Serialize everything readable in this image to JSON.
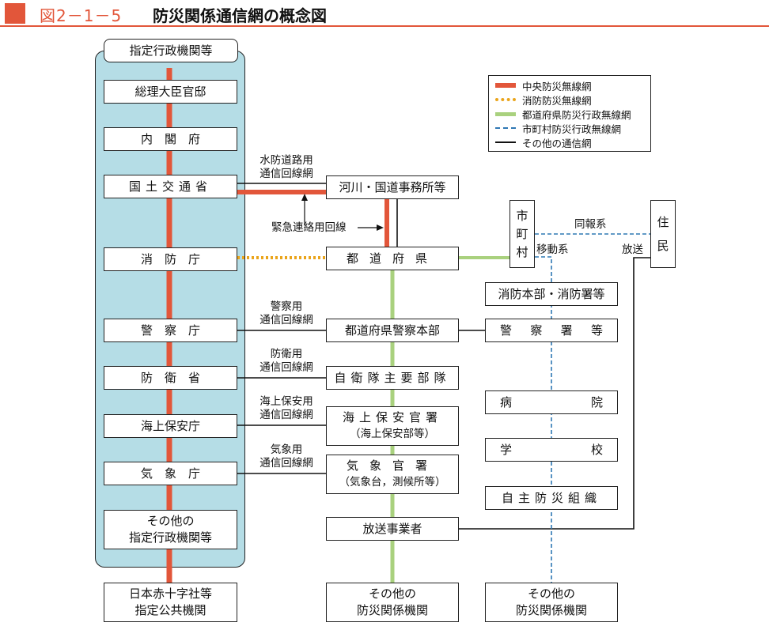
{
  "header": {
    "figure_number": "図2－1－5",
    "title": "防災関係通信網の概念図"
  },
  "colors": {
    "central": "#e2563a",
    "fire": "#eaa41a",
    "prefecture": "#a9d17e",
    "municipal": "#2f78b4",
    "other": "#111111",
    "panel": "#b5dde6"
  },
  "legend": [
    {
      "label": "中央防災無線網",
      "style": "solid",
      "color": "#e2563a",
      "icon": "thick-line"
    },
    {
      "label": "消防防災無線網",
      "style": "dotted",
      "color": "#eaa41a",
      "icon": "dotted-line"
    },
    {
      "label": "都道府県防災行政無線網",
      "style": "solid",
      "color": "#a9d17e",
      "icon": "thick-line"
    },
    {
      "label": "市町村防災行政無線網",
      "style": "dashed",
      "color": "#2f78b4",
      "icon": "dashed-line"
    },
    {
      "label": "その他の通信網",
      "style": "solid",
      "color": "#111111",
      "icon": "thin-line"
    }
  ],
  "left": {
    "group_title": "指定行政機関等",
    "items": [
      "総理大臣官邸",
      "内　閣　府",
      "国土交通省",
      "消　防　庁",
      "警　察　庁",
      "防　衛　省",
      "海上保安庁",
      "気　象　庁"
    ],
    "other_line1": "その他の",
    "other_line2": "指定行政機関等",
    "bottom_line1": "日本赤十字社等",
    "bottom_line2": "指定公共機関"
  },
  "middle": {
    "river_office": "河川・国道事務所等",
    "prefecture": "都道府県",
    "police_hq": "都道府県警察本部",
    "sdf": "自衛隊主要部隊",
    "coast_line1": "海上保安官署",
    "coast_line2": "（海上保安部等）",
    "met_line1": "気象官署",
    "met_line2": "（気象台，測候所等）",
    "broadcaster": "放送事業者",
    "other_line1": "その他の",
    "other_line2": "防災関係機関"
  },
  "right": {
    "municipality": [
      "市",
      "町",
      "村"
    ],
    "residents": [
      "住",
      "民"
    ],
    "fire_dept": "消防本部・消防署等",
    "police_station": [
      "警",
      "察",
      "署",
      "等"
    ],
    "hospital": [
      "病",
      "院"
    ],
    "school": [
      "学",
      "校"
    ],
    "voluntary": "自主防災組織",
    "other_line1": "その他の",
    "other_line2": "防災関係機関"
  },
  "labels": {
    "flood_road": [
      "水防道路用",
      "通信回線網"
    ],
    "emergency": "緊急連絡用回線",
    "police_net": [
      "警察用",
      "通信回線網"
    ],
    "defense_net": [
      "防衛用",
      "通信回線網"
    ],
    "coast_net": [
      "海上保安用",
      "通信回線網"
    ],
    "met_net": [
      "気象用",
      "通信回線網"
    ],
    "simultaneous": "同報系",
    "mobile": "移動系",
    "broadcast": "放送"
  }
}
